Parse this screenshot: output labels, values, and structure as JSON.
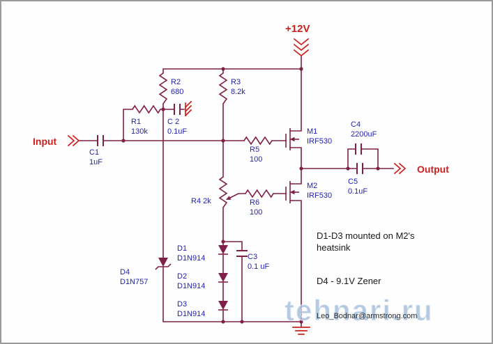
{
  "schematic": {
    "power_label": "+12V",
    "input_label": "Input",
    "output_label": "Output"
  },
  "components": {
    "R1": {
      "ref": "R1",
      "value": "130k"
    },
    "R2": {
      "ref": "R2",
      "value": "680"
    },
    "R3": {
      "ref": "R3",
      "value": "8.2k"
    },
    "R4": {
      "label": "R4 2k"
    },
    "R5": {
      "ref": "R5",
      "value": "100"
    },
    "R6": {
      "ref": "R6",
      "value": "100"
    },
    "C1": {
      "ref": "C1",
      "value": "1uF"
    },
    "C2": {
      "ref": "C 2",
      "value": "0.1uF"
    },
    "C3": {
      "ref": "C3",
      "value": "0.1 uF"
    },
    "C4": {
      "ref": "C4",
      "value": "2200uF"
    },
    "C5": {
      "ref": "C5",
      "value": "0.1uF"
    },
    "D1": {
      "ref": "D1",
      "value": "D1N914"
    },
    "D2": {
      "ref": "D2",
      "value": "D1N914"
    },
    "D3": {
      "ref": "D3",
      "value": "D1N914"
    },
    "D4": {
      "ref": "D4",
      "value": "D1N757"
    },
    "M1": {
      "ref": "M1",
      "value": "IRF530"
    },
    "M2": {
      "ref": "M2",
      "value": "IRF530"
    }
  },
  "notes": {
    "heatsink_line1": "D1-D3 mounted on M2's",
    "heatsink_line2": "heatsink",
    "zener": "D4 - 9.1V Zener"
  },
  "credit": "Leo_Bodnar@armstrong.com",
  "watermark": "tehnari.ru",
  "colors": {
    "wire": "#7e2047",
    "accent_red": "#cc2020",
    "label_blue": "#2222b0",
    "note_black": "#1a1a1a",
    "watermark_blue": "#a9c2dd",
    "border_gray": "#9a9a9a"
  }
}
